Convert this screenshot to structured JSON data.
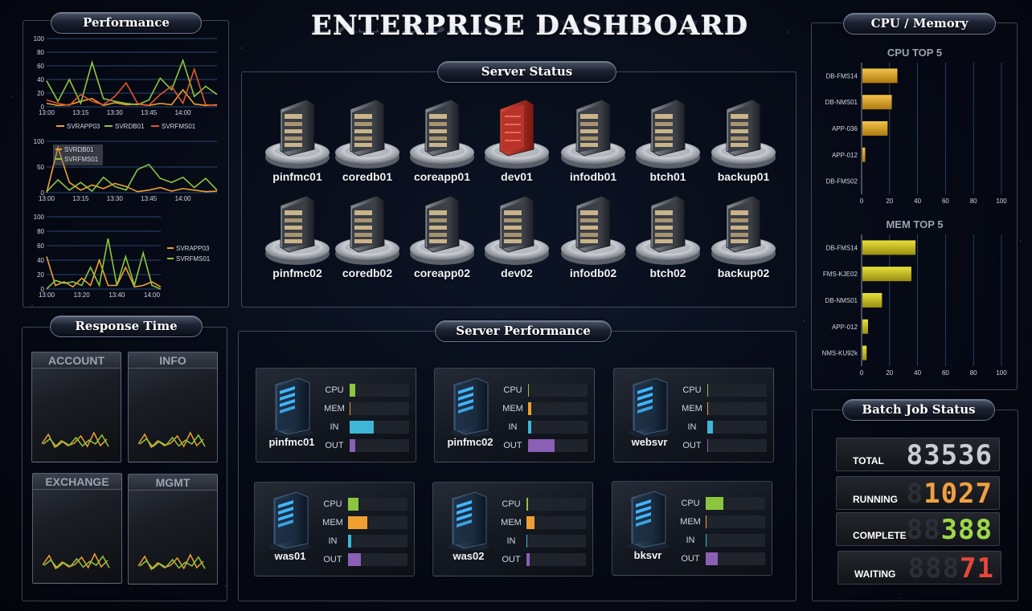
{
  "title": "ENTERPRISE DASHBOARD",
  "panels": {
    "performance": "Performance",
    "response_time": "Response Time",
    "server_status": "Server Status",
    "server_performance": "Server Performance",
    "cpu_memory": "CPU / Memory",
    "batch_job_status": "Batch Job Status"
  },
  "colors": {
    "orange": "#f0a030",
    "green": "#8cc63f",
    "red": "#e0572d",
    "cyan": "#3fb6d8",
    "purple": "#8a5fb5",
    "gold": "#c8a020",
    "alert_red": "#c0392b"
  },
  "chart_data": [
    {
      "type": "line",
      "id": "perf1",
      "x": [
        "13:00",
        "13:05",
        "13:10",
        "13:15",
        "13:20",
        "13:25",
        "13:30",
        "13:35",
        "13:40",
        "13:45",
        "13:50",
        "13:55",
        "14:00",
        "14:05",
        "14:10",
        "14:15"
      ],
      "xticks": [
        "13:00",
        "13:15",
        "13:30",
        "13:45",
        "14:00"
      ],
      "ylim": [
        0,
        100
      ],
      "yticks": [
        0,
        20,
        40,
        60,
        80,
        100
      ],
      "series": [
        {
          "name": "SVRAPP03",
          "color": "#f0a030",
          "values": [
            5,
            2,
            3,
            8,
            12,
            2,
            6,
            3,
            4,
            2,
            5,
            3,
            25,
            4,
            2,
            3
          ]
        },
        {
          "name": "SVRDB01",
          "color": "#8cc63f",
          "values": [
            38,
            8,
            40,
            5,
            65,
            12,
            8,
            5,
            3,
            10,
            42,
            25,
            68,
            15,
            30,
            18
          ]
        },
        {
          "name": "SVRFMS01",
          "color": "#e0572d",
          "values": [
            10,
            5,
            2,
            18,
            8,
            3,
            15,
            35,
            5,
            2,
            18,
            30,
            5,
            55,
            3,
            2
          ]
        }
      ]
    },
    {
      "type": "line",
      "id": "perf2",
      "x": [
        "13:00",
        "13:05",
        "13:10",
        "13:15",
        "13:20",
        "13:25",
        "13:30",
        "13:35",
        "13:40",
        "13:45",
        "13:50",
        "13:55",
        "14:00",
        "14:05",
        "14:10",
        "14:15"
      ],
      "xticks": [
        "13:00",
        "13:15",
        "13:30",
        "13:45",
        "14:00"
      ],
      "ylim": [
        0,
        100
      ],
      "yticks": [
        0,
        50,
        100
      ],
      "series": [
        {
          "name": "SVRDB01",
          "color": "#f0a030",
          "values": [
            0,
            88,
            20,
            5,
            15,
            8,
            18,
            12,
            2,
            5,
            10,
            3,
            8,
            5,
            2,
            3
          ]
        },
        {
          "name": "SVRFMS01",
          "color": "#8cc63f",
          "values": [
            2,
            25,
            5,
            20,
            3,
            30,
            12,
            5,
            45,
            55,
            28,
            20,
            30,
            10,
            28,
            5
          ]
        }
      ]
    },
    {
      "type": "line",
      "id": "perf3",
      "x": [
        "13:00",
        "13:05",
        "13:10",
        "13:15",
        "13:20",
        "13:25",
        "13:30",
        "13:35",
        "13:40",
        "13:45",
        "13:50",
        "13:55",
        "14:00",
        "14:05"
      ],
      "xticks": [
        "13:00",
        "13:20",
        "13:40",
        "14:00"
      ],
      "ylim": [
        0,
        100
      ],
      "yticks": [
        0,
        20,
        40,
        60,
        80,
        100
      ],
      "series": [
        {
          "name": "SVRAPP03",
          "color": "#f0a030",
          "values": [
            45,
            5,
            10,
            3,
            15,
            5,
            40,
            5,
            5,
            30,
            3,
            5,
            10,
            3
          ]
        },
        {
          "name": "SVRFMS01",
          "color": "#8cc63f",
          "values": [
            0,
            12,
            8,
            10,
            5,
            30,
            5,
            70,
            5,
            45,
            5,
            50,
            5,
            0
          ]
        }
      ]
    },
    {
      "type": "bar",
      "id": "cpu_top5",
      "title": "CPU TOP 5",
      "categories": [
        "DB-FMS14",
        "DB-NMS01",
        "APP-036",
        "APP-012",
        "DB-FMS02"
      ],
      "values": [
        25,
        21,
        18,
        2,
        0
      ],
      "xlim": [
        0,
        100
      ],
      "xticks": [
        0,
        20,
        40,
        60,
        80,
        100
      ]
    },
    {
      "type": "bar",
      "id": "mem_top5",
      "title": "MEM TOP 5",
      "categories": [
        "DB-FMS14",
        "FMS-KJE02",
        "DB-NMS01",
        "APP-012",
        "NMS-KU92k"
      ],
      "values": [
        38,
        35,
        14,
        4,
        3
      ],
      "xlim": [
        0,
        100
      ],
      "xticks": [
        0,
        20,
        40,
        60,
        80,
        100
      ]
    }
  ],
  "response_cards": [
    {
      "label": "ACCOUNT"
    },
    {
      "label": "INFO"
    },
    {
      "label": "EXCHANGE"
    },
    {
      "label": "MGMT"
    }
  ],
  "servers": [
    {
      "name": "pinfmc01",
      "alert": false
    },
    {
      "name": "coredb01",
      "alert": false
    },
    {
      "name": "coreapp01",
      "alert": false
    },
    {
      "name": "dev01",
      "alert": true
    },
    {
      "name": "infodb01",
      "alert": false
    },
    {
      "name": "btch01",
      "alert": false
    },
    {
      "name": "backup01",
      "alert": false
    },
    {
      "name": "pinfmc02",
      "alert": false
    },
    {
      "name": "coredb02",
      "alert": false
    },
    {
      "name": "coreapp02",
      "alert": false
    },
    {
      "name": "dev02",
      "alert": false
    },
    {
      "name": "infodb02",
      "alert": false
    },
    {
      "name": "btch02",
      "alert": false
    },
    {
      "name": "backup02",
      "alert": false
    }
  ],
  "metric_labels": {
    "cpu": "CPU",
    "mem": "MEM",
    "in": "IN",
    "out": "OUT"
  },
  "server_perf": [
    {
      "name": "pinfmc01",
      "cpu": 10,
      "mem": 1,
      "in": 40,
      "out": 10
    },
    {
      "name": "pinfmc02",
      "cpu": 2,
      "mem": 5,
      "in": 5,
      "out": 44
    },
    {
      "name": "websvr",
      "cpu": 1,
      "mem": 1,
      "in": 10,
      "out": 2
    },
    {
      "name": "was01",
      "cpu": 18,
      "mem": 32,
      "in": 5,
      "out": 22
    },
    {
      "name": "was02",
      "cpu": 3,
      "mem": 14,
      "in": 1,
      "out": 5
    },
    {
      "name": "bksvr",
      "cpu": 30,
      "mem": 1,
      "in": 1,
      "out": 20
    }
  ],
  "batch": [
    {
      "label": "TOTAL",
      "value": "83536",
      "color": "#c8ccd4"
    },
    {
      "label": "RUNNING",
      "value": "1027",
      "color": "#f0a040"
    },
    {
      "label": "COMPLETE",
      "value": "388",
      "color": "#9ed84a"
    },
    {
      "label": "WAITING",
      "value": "71",
      "color": "#e8473a"
    }
  ]
}
